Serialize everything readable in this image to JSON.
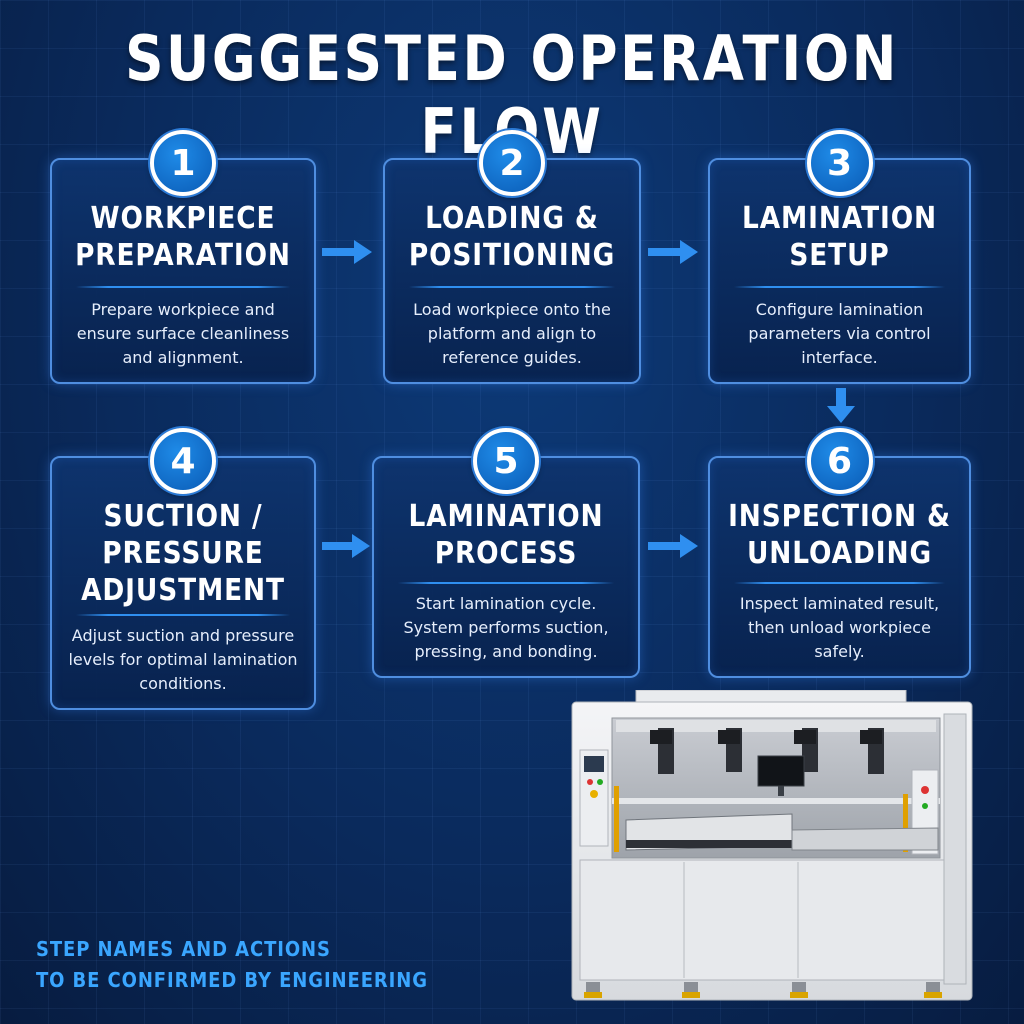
{
  "title": "SUGGESTED OPERATION FLOW",
  "steps": [
    {
      "number": "1",
      "title_lines": [
        "WORKPIECE",
        "PREPARATION"
      ],
      "description_lines": [
        "Prepare workpiece and",
        "ensure surface cleanliness",
        "and alignment."
      ]
    },
    {
      "number": "2",
      "title_lines": [
        "LOADING &",
        "POSITIONING"
      ],
      "description_lines": [
        "Load workpiece onto the",
        "platform and align to",
        "reference guides."
      ]
    },
    {
      "number": "3",
      "title_lines": [
        "LAMINATION",
        "SETUP"
      ],
      "description_lines": [
        "Configure lamination",
        "parameters via control",
        "interface."
      ]
    },
    {
      "number": "4",
      "title_lines": [
        "SUCTION /",
        "PRESSURE",
        "ADJUSTMENT"
      ],
      "description_lines": [
        "Adjust suction and pressure",
        "levels for optimal lamination",
        "conditions."
      ]
    },
    {
      "number": "5",
      "title_lines": [
        "LAMINATION",
        "PROCESS"
      ],
      "description_lines": [
        "Start lamination cycle.",
        "System performs suction,",
        "pressing, and bonding."
      ]
    },
    {
      "number": "6",
      "title_lines": [
        "INSPECTION &",
        "UNLOADING"
      ],
      "description_lines": [
        "Inspect laminated result,",
        "then unload workpiece",
        "safely."
      ]
    }
  ],
  "footnote_lines": [
    "STEP NAMES AND ACTIONS",
    "TO BE CONFIRMED BY ENGINEERING"
  ],
  "colors": {
    "accent": "#2f8ff0",
    "card_border": "#4f8ee0",
    "badge": "#1177d8",
    "footnote": "#3aa6ff"
  }
}
